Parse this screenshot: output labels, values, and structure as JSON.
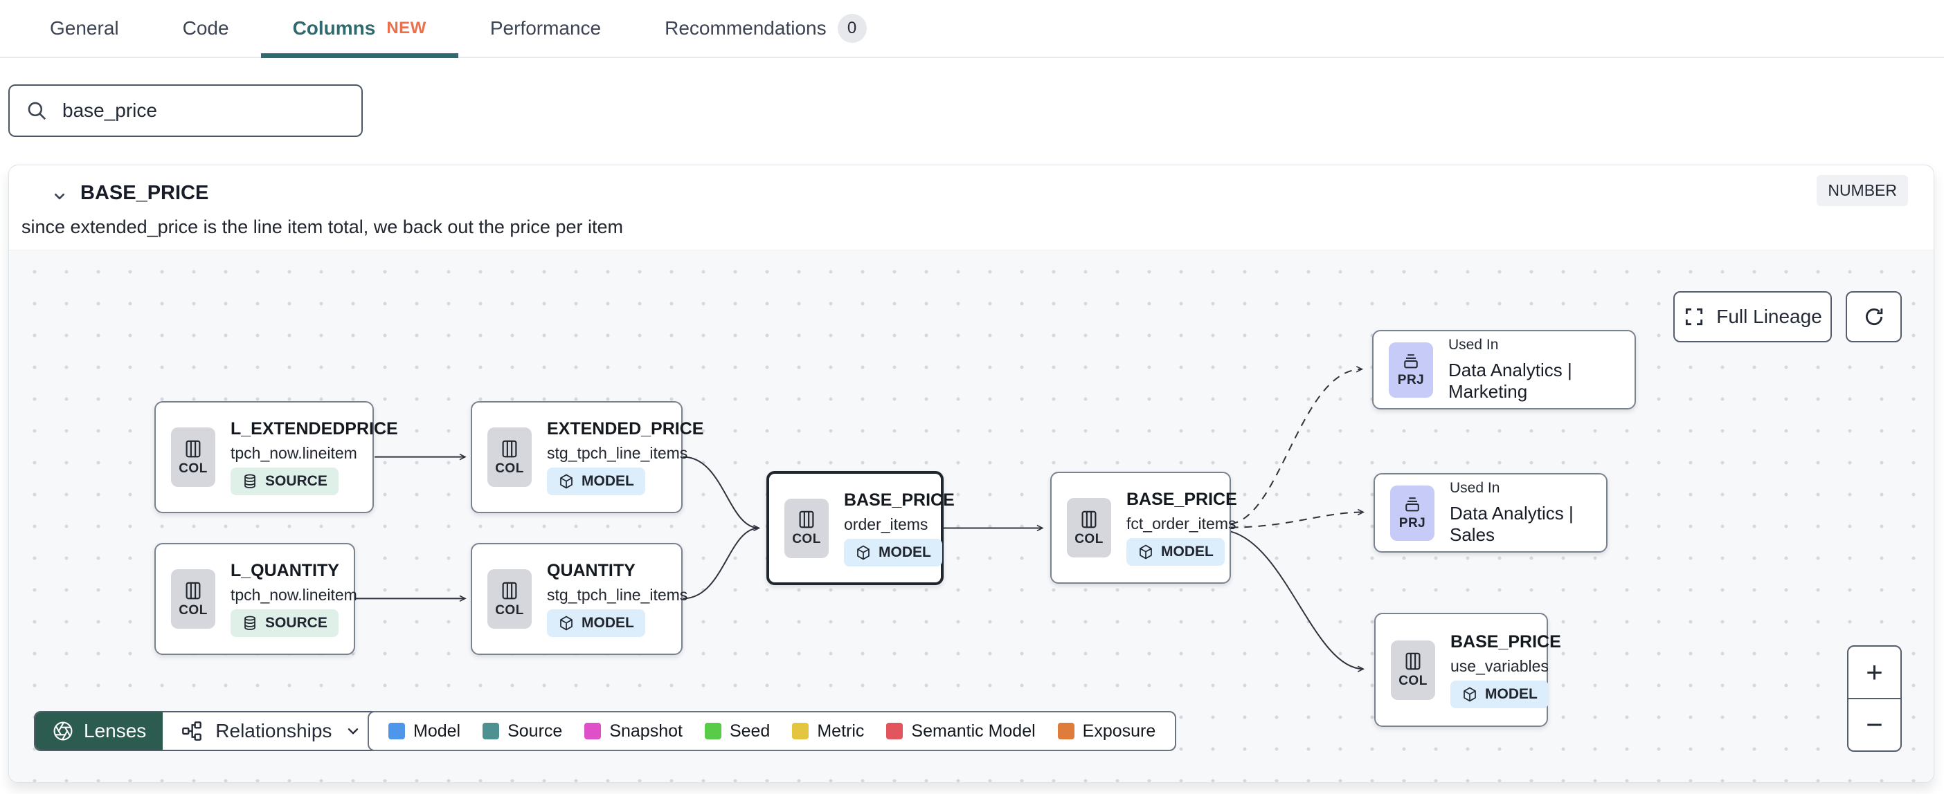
{
  "tabs": {
    "items": [
      {
        "label": "General"
      },
      {
        "label": "Code"
      },
      {
        "label": "Columns",
        "badge": "NEW",
        "active": true
      },
      {
        "label": "Performance"
      },
      {
        "label": "Recommendations",
        "count": "0"
      }
    ]
  },
  "search": {
    "value": "base_price"
  },
  "column_panel": {
    "name": "BASE_PRICE",
    "type": "NUMBER",
    "description": "since extended_price is the line item total, we back out the price per item"
  },
  "lineage": {
    "controls": {
      "full_lineage": "Full Lineage",
      "zoom_in": "+",
      "zoom_out": "−"
    },
    "nodes": [
      {
        "title": "L_EXTENDEDPRICE",
        "subtitle": "tpch_now.lineitem",
        "chip": "COL",
        "badge": "SOURCE"
      },
      {
        "title": "EXTENDED_PRICE",
        "subtitle": "stg_tpch_line_items",
        "chip": "COL",
        "badge": "MODEL"
      },
      {
        "title": "L_QUANTITY",
        "subtitle": "tpch_now.lineitem",
        "chip": "COL",
        "badge": "SOURCE"
      },
      {
        "title": "QUANTITY",
        "subtitle": "stg_tpch_line_items",
        "chip": "COL",
        "badge": "MODEL"
      },
      {
        "title": "BASE_PRICE",
        "subtitle": "order_items",
        "chip": "COL",
        "badge": "MODEL",
        "selected": true
      },
      {
        "title": "BASE_PRICE",
        "subtitle": "fct_order_items",
        "chip": "COL",
        "badge": "MODEL"
      },
      {
        "title": "BASE_PRICE",
        "subtitle": "use_variables",
        "chip": "COL",
        "badge": "MODEL"
      }
    ],
    "exposures": [
      {
        "label": "Used In",
        "project": "Data Analytics | Marketing",
        "chip": "PRJ"
      },
      {
        "label": "Used In",
        "project": "Data Analytics | Sales",
        "chip": "PRJ"
      }
    ]
  },
  "toolbar": {
    "lenses": "Lenses",
    "relationships": "Relationships",
    "legend": [
      {
        "label": "Model",
        "color": "#4D96E9"
      },
      {
        "label": "Source",
        "color": "#4F9090"
      },
      {
        "label": "Snapshot",
        "color": "#DE4FC8"
      },
      {
        "label": "Seed",
        "color": "#58CB49"
      },
      {
        "label": "Metric",
        "color": "#E4C53F"
      },
      {
        "label": "Semantic Model",
        "color": "#E3555C"
      },
      {
        "label": "Exposure",
        "color": "#DF7B3B"
      }
    ]
  },
  "colors": {
    "accent_teal": "#2E6A6E",
    "new_badge": "#EC6F4C",
    "lenses_green": "#2B5C4F",
    "model_badge_bg": "#DCEDFB",
    "source_badge_bg": "#DFF0E9",
    "project_chip_bg": "#C6CBF8",
    "col_chip_bg": "#D5D7DD"
  }
}
